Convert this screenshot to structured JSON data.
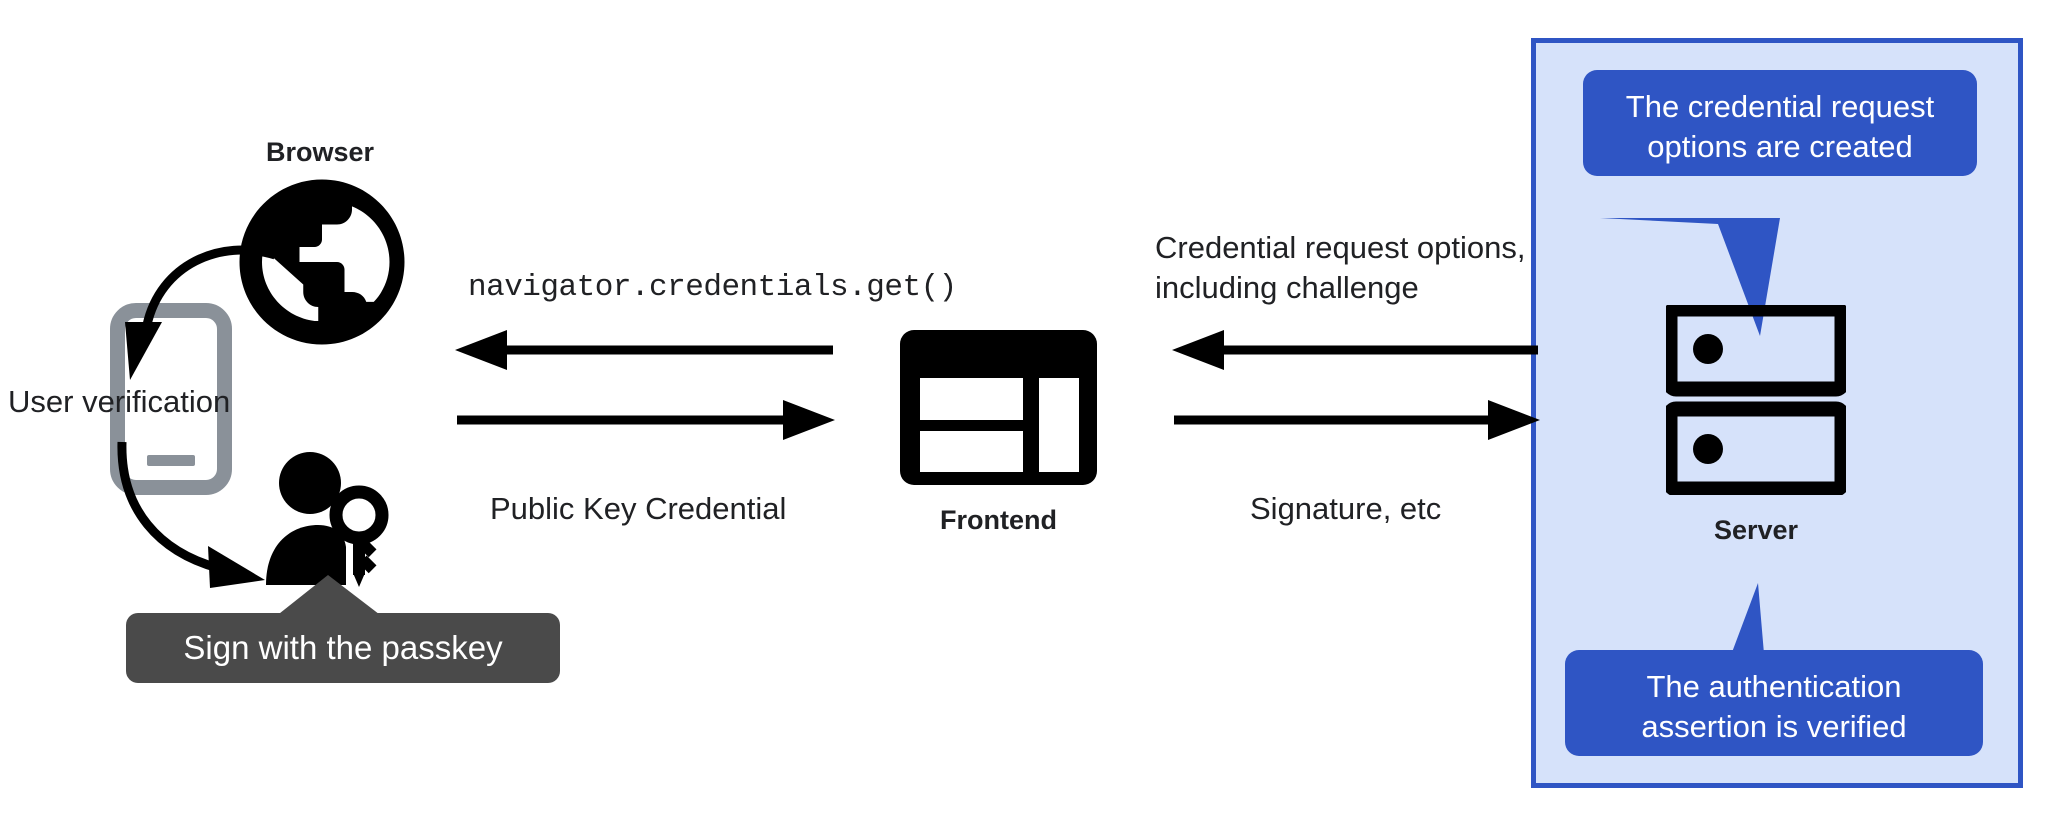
{
  "diagram": {
    "title": "WebAuthn passkey authentication flow",
    "colors": {
      "panel_background": "#d6e2fa",
      "panel_border": "#2f55c4",
      "callout_blue": "#2f55c4",
      "tooltip_gray": "#4a4a4a",
      "phone_gray": "#8a9199",
      "icon_black": "#000000",
      "text": "#202124"
    }
  },
  "client": {
    "browser_label": "Browser",
    "user_verification_label": "User verification",
    "passkey_tooltip": "Sign with the passkey",
    "icons": {
      "browser": "globe-icon",
      "phone": "mobile-phone-icon",
      "user_key": "person-with-key-icon"
    }
  },
  "frontend": {
    "label": "Frontend",
    "icon": "web-layout-icon"
  },
  "server": {
    "label": "Server",
    "icon": "server-rack-icon",
    "callout_top": "The credential request\noptions are created",
    "callout_top_lines": [
      "The credential request",
      "options are created"
    ],
    "callout_bottom": "The authentication\nassertion is verified",
    "callout_bottom_lines": [
      "The authentication",
      "assertion is verified"
    ]
  },
  "flows": {
    "browser_to_frontend_in": "navigator.credentials.get()",
    "browser_to_frontend_out": "Public Key Credential",
    "server_to_frontend_in_line1": "Credential request options,",
    "server_to_frontend_in_line2": "including challenge",
    "frontend_to_server_out": "Signature, etc"
  }
}
